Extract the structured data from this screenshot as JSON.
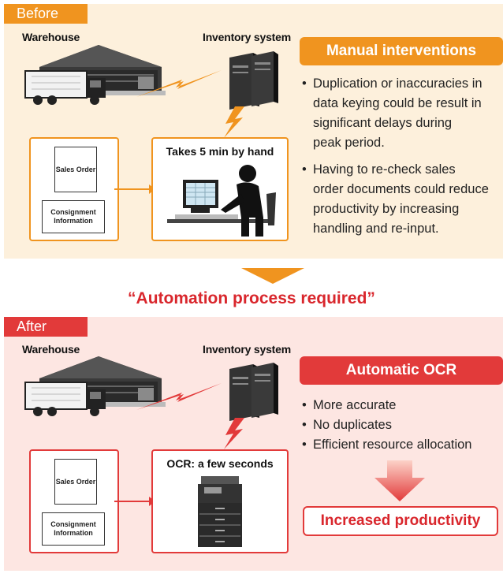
{
  "before": {
    "tag": "Before",
    "warehouse_label": "Warehouse",
    "inventory_label": "Inventory system",
    "header": "Manual interventions",
    "bullets": [
      "Duplication or inaccuracies in",
      "data keying could be result in",
      "significant delays during",
      "peak period.",
      "Having to re-check sales",
      "order documents could reduce",
      "productivity by increasing",
      "handling and re-input."
    ],
    "doc1": "Sales Order",
    "doc2": "Consignment Information",
    "caption": "Takes 5 min by hand"
  },
  "middle": {
    "statement": "“Automation process required”"
  },
  "after": {
    "tag": "After",
    "warehouse_label": "Warehouse",
    "inventory_label": "Inventory system",
    "header": "Automatic OCR",
    "bullets": [
      "More accurate",
      "No duplicates",
      "Efficient resource allocation"
    ],
    "doc1": "Sales Order",
    "doc2": "Consignment Information",
    "caption": "OCR: a few seconds",
    "result": "Increased productivity"
  },
  "colors": {
    "orange": "#f0941f",
    "red": "#e23a3a",
    "before_bg": "#fdf0dc",
    "after_bg": "#fde6e2"
  },
  "icons": [
    "warehouse-icon",
    "truck-icon",
    "server-icon",
    "lightning-icon",
    "computer-worker-icon",
    "multifunction-printer-icon",
    "down-arrow-icon"
  ]
}
